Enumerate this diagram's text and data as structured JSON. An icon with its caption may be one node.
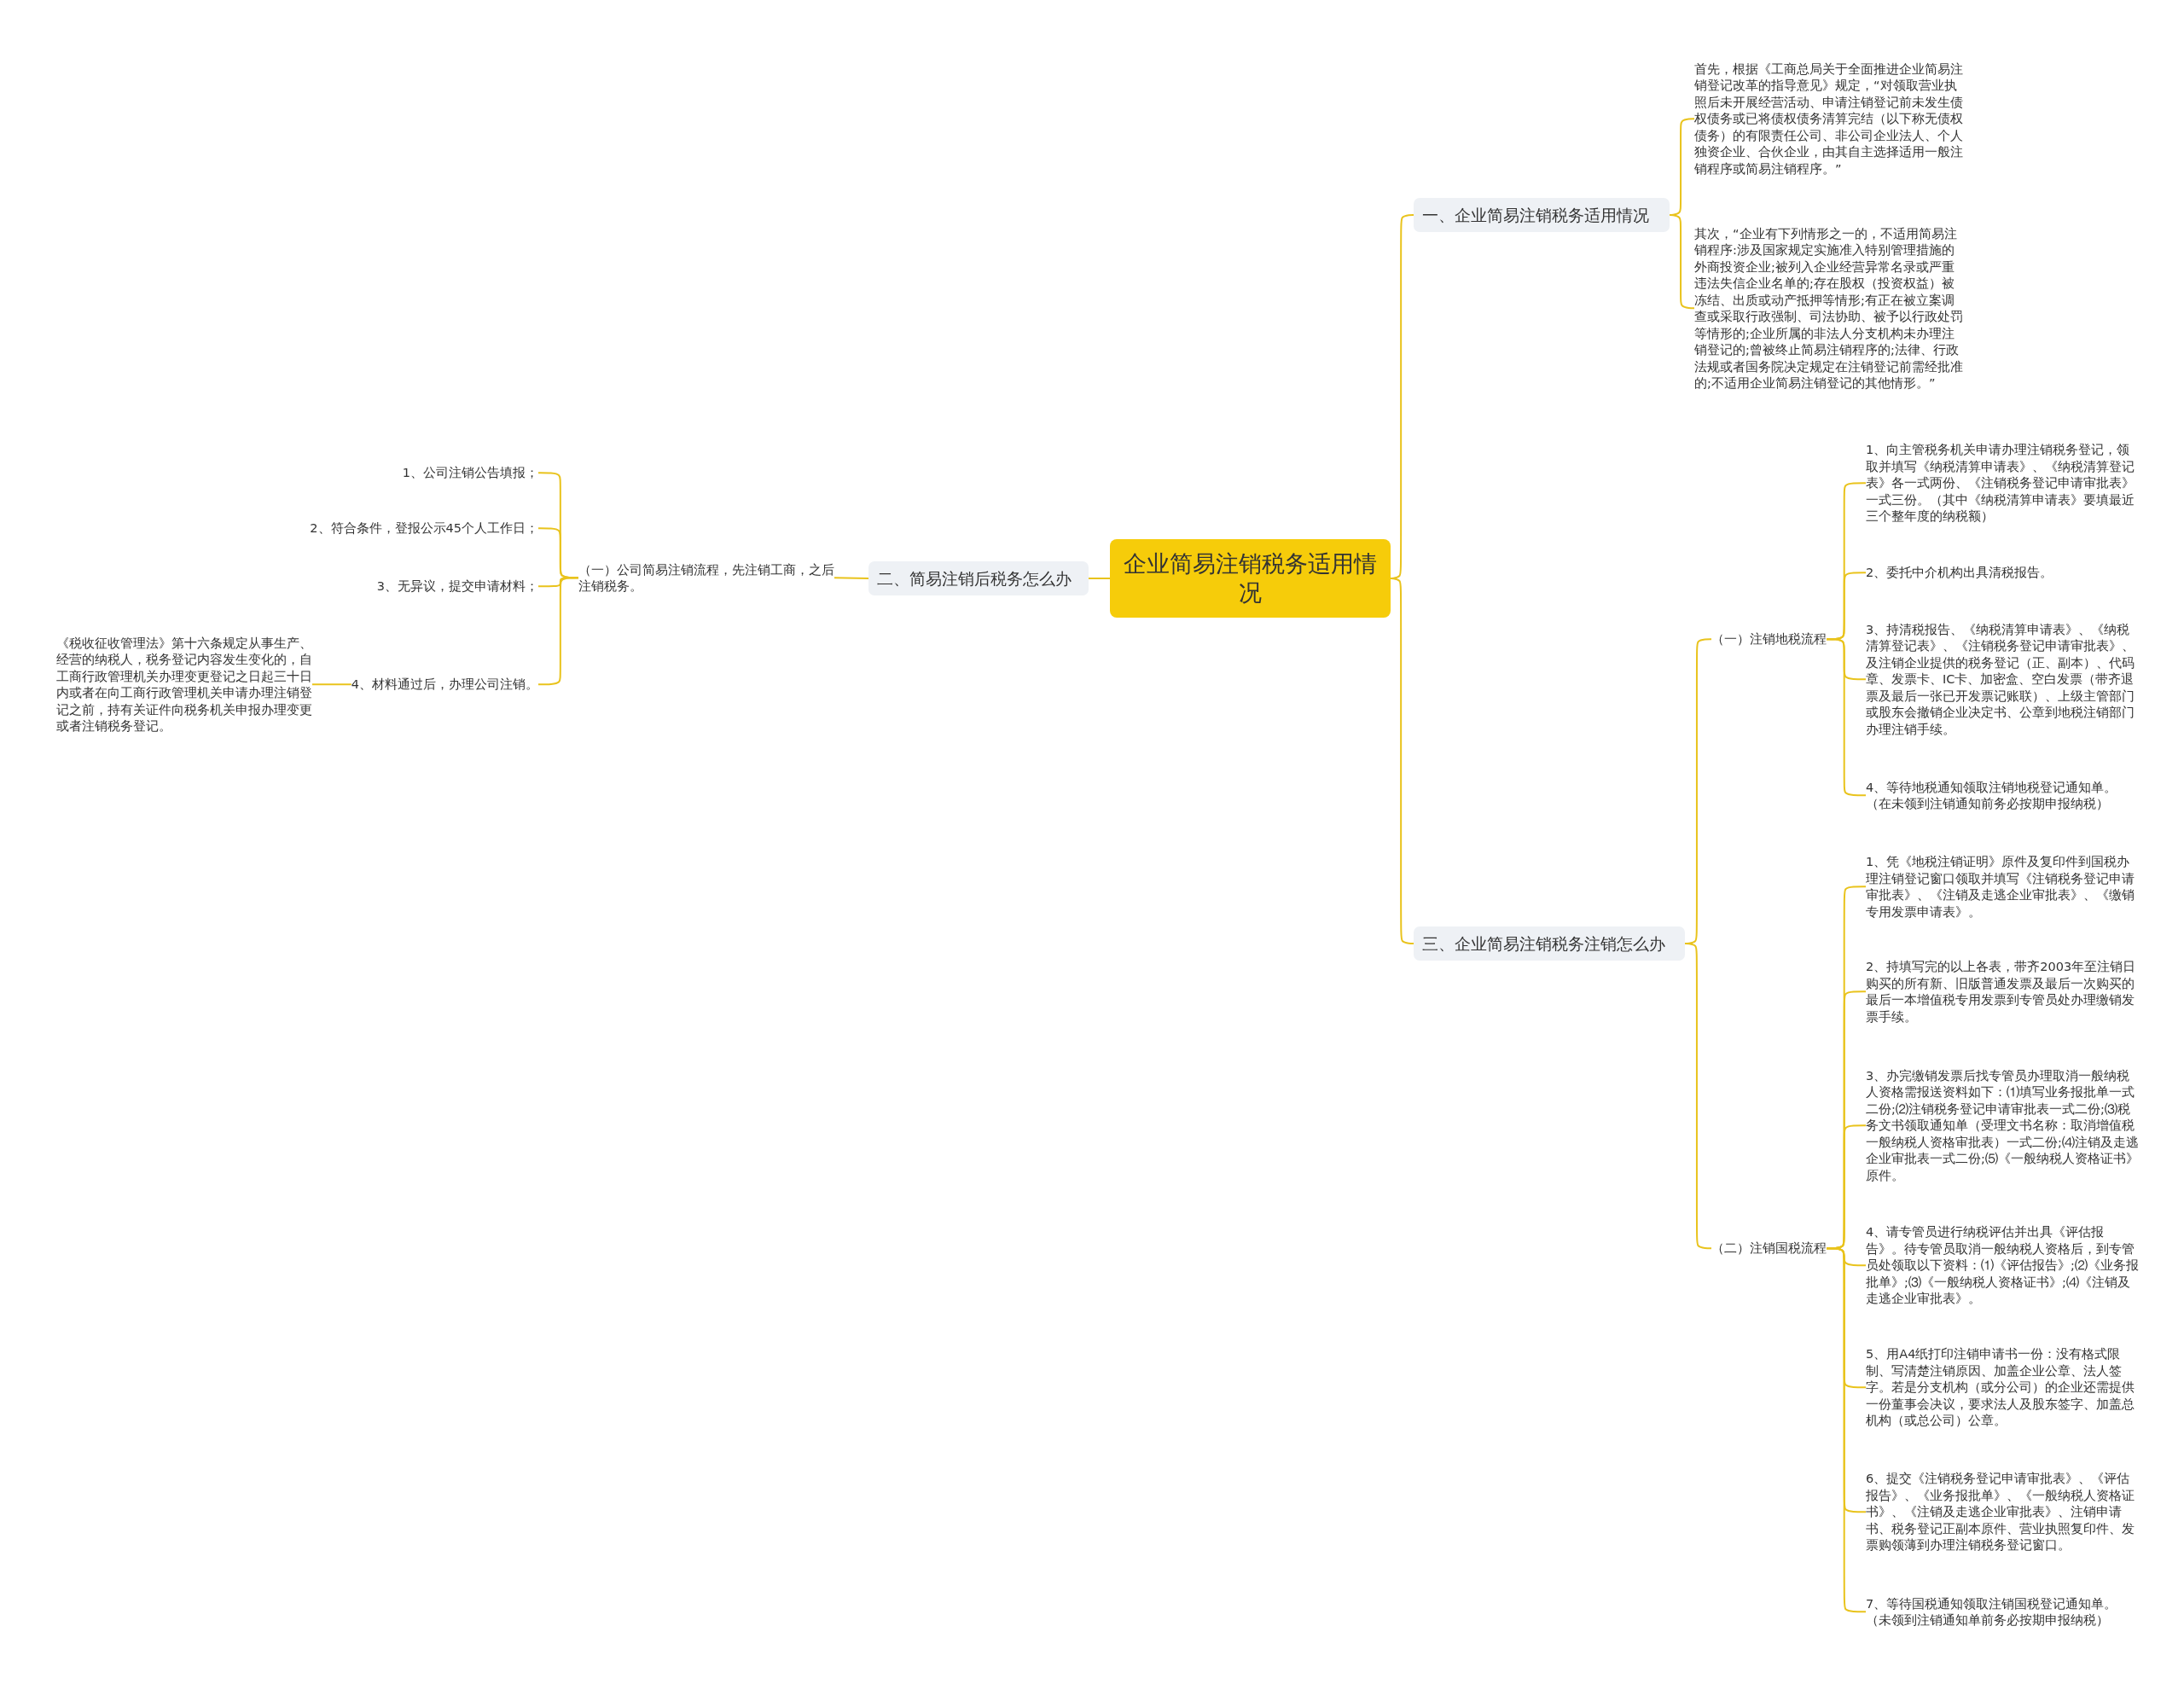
{
  "diagram": {
    "nodes": [
      {
        "text": [
          "企业简易注销税务适用情况"
        ]
      },
      {
        "text": [
          "一、企业简易注销税务适用情况"
        ]
      },
      {
        "text": [
          "首先，根据《工商总局关于全面推进企业简易注销登记改革的指导意见》规定，“对领取营业执照后未开展经营活动、申请注销登记前未发生债权债务或已将债权债务清算完结（以下称无债权债务）的有限责任公司、非公司企业法人、个人独资企业、合伙企业，由其自主选择适用一般注销程序或简易注销程序。”"
        ]
      },
      {
        "text": [
          "其次，“企业有下列情形之一的，不适用简易注销程序:涉及国家规定实施准入特别管理措施的外商投资企业;被列入企业经营异常名录或严重违法失信企业名单的;存在股权（投资权益）被冻结、出质或动产抵押等情形;有正在被立案调查或采取行政强制、司法协助、被予以行政处罚等情形的;企业所属的非法人分支机构未办理注销登记的;曾被终止简易注销程序的;法律、行政法规或者国务院决定规定在注销登记前需经批准的;不适用企业简易注销登记的其他情形。”"
        ]
      },
      {
        "text": [
          "三、企业简易注销税务注销怎么办"
        ]
      },
      {
        "text": [
          "（一）注销地税流程"
        ]
      },
      {
        "text": [
          "1、向主管税务机关申请办理注销税务登记，领取并填写《纳税清算申请表》、《纳税清算登记表》各一式两份、《注销税务登记申请审批表》一式三份。（其中《纳税清算申请表》要填最近三个整年度的纳税额）"
        ]
      },
      {
        "text": [
          "2、委托中介机构出具清税报告。"
        ]
      },
      {
        "text": [
          "3、持清税报告、《纳税清算申请表》、《纳税清算登记表》、《注销税务登记申请审批表》、及注销企业提供的税务登记（正、副本）、代码章、发票卡、IC卡、加密盒、空白发票（带齐退票及最后一张已开发票记账联）、上级主管部门或股东会撤销企业决定书、公章到地税注销部门办理注销手续。"
        ]
      },
      {
        "text": [
          "4、等待地税通知领取注销地税登记通知单。（在未领到注销通知前务必按期申报纳税）"
        ]
      },
      {
        "text": [
          "（二）注销国税流程"
        ]
      },
      {
        "text": [
          "1、凭《地税注销证明》原件及复印件到国税办理注销登记窗口领取并填写《注销税务登记申请审批表》、《注销及走逃企业审批表》、《缴销专用发票申请表》。"
        ]
      },
      {
        "text": [
          "2、持填写完的以上各表，带齐2003年至注销日购买的所有新、旧版普通发票及最后一次购买的最后一本增值税专用发票到专管员处办理缴销发票手续。"
        ]
      },
      {
        "text": [
          "3、办完缴销发票后找专管员办理取消一般纳税人资格需报送资料如下：⑴填写业务报批单一式二份;⑵注销税务登记申请审批表一式二份;⑶税务文书领取通知单（受理文书名称：取消增值税一般纳税人资格审批表）一式二份;⑷注销及走逃企业审批表一式二份;⑸《一般纳税人资格证书》原件。"
        ]
      },
      {
        "text": [
          "4、请专管员进行纳税评估并出具《评估报告》。待专管员取消一般纳税人资格后，到专管员处领取以下资料：⑴《评估报告》;⑵《业务报批单》;⑶《一般纳税人资格证书》;⑷《注销及走逃企业审批表》。"
        ]
      },
      {
        "text": [
          "5、用A4纸打印注销申请书一份：没有格式限制、写清楚注销原因、加盖企业公章、法人签字。若是分支机构（或分公司）的企业还需提供一份董事会决议，要求法人及股东签字、加盖总机构（或总公司）公章。"
        ]
      },
      {
        "text": [
          "6、提交《注销税务登记申请审批表》、《评估报告》、《业务报批单》、《一般纳税人资格证书》、《注销及走逃企业审批表》、注销申请书、税务登记正副本原件、营业执照复印件、发票购领薄到办理注销税务登记窗口。"
        ]
      },
      {
        "text": [
          "7、等待国税通知领取注销国税登记通知单。（未领到注销通知单前务必按期申报纳税）"
        ]
      },
      {
        "text": [
          "二、简易注销后税务怎么办"
        ]
      },
      {
        "text": [
          "（一）公司简易注销流程，先注销工商，之后注销税务。"
        ]
      },
      {
        "text": [
          "1、公司注销公告填报；"
        ]
      },
      {
        "text": [
          "2、符合条件，登报公示45个人工作日；"
        ]
      },
      {
        "text": [
          "3、无异议，提交申请材料；"
        ]
      },
      {
        "text": [
          "4、材料通过后，办理公司注销。"
        ]
      },
      {
        "text": [
          "《税收征收管理法》第十六条规定从事生产、经营的纳税人，税务登记内容发生变化的，自工商行政管理机关办理变更登记之日起三十日内或者在向工商行政管理机关申请办理注销登记之前，持有关证件向税务机关申报办理变更或者注销税务登记。"
        ]
      }
    ],
    "edges": [
      {
        "from": 0,
        "to": 1,
        "arrow": "none"
      },
      {
        "from": 1,
        "to": 2,
        "arrow": "none"
      },
      {
        "from": 1,
        "to": 3,
        "arrow": "none"
      },
      {
        "from": 0,
        "to": 4,
        "arrow": "none"
      },
      {
        "from": 4,
        "to": 5,
        "arrow": "none"
      },
      {
        "from": 5,
        "to": 6,
        "arrow": "none"
      },
      {
        "from": 5,
        "to": 7,
        "arrow": "none"
      },
      {
        "from": 5,
        "to": 8,
        "arrow": "none"
      },
      {
        "from": 5,
        "to": 9,
        "arrow": "none"
      },
      {
        "from": 4,
        "to": 10,
        "arrow": "none"
      },
      {
        "from": 10,
        "to": 11,
        "arrow": "none"
      },
      {
        "from": 10,
        "to": 12,
        "arrow": "none"
      },
      {
        "from": 10,
        "to": 13,
        "arrow": "none"
      },
      {
        "from": 10,
        "to": 14,
        "arrow": "none"
      },
      {
        "from": 10,
        "to": 15,
        "arrow": "none"
      },
      {
        "from": 10,
        "to": 16,
        "arrow": "none"
      },
      {
        "from": 10,
        "to": 17,
        "arrow": "none"
      },
      {
        "from": 0,
        "to": 18,
        "arrow": "none"
      },
      {
        "from": 18,
        "to": 19,
        "arrow": "none"
      },
      {
        "from": 19,
        "to": 20,
        "arrow": "none"
      },
      {
        "from": 19,
        "to": 21,
        "arrow": "none"
      },
      {
        "from": 19,
        "to": 22,
        "arrow": "none"
      },
      {
        "from": 19,
        "to": 23,
        "arrow": "none"
      },
      {
        "from": 23,
        "to": 24,
        "arrow": "none"
      }
    ]
  }
}
